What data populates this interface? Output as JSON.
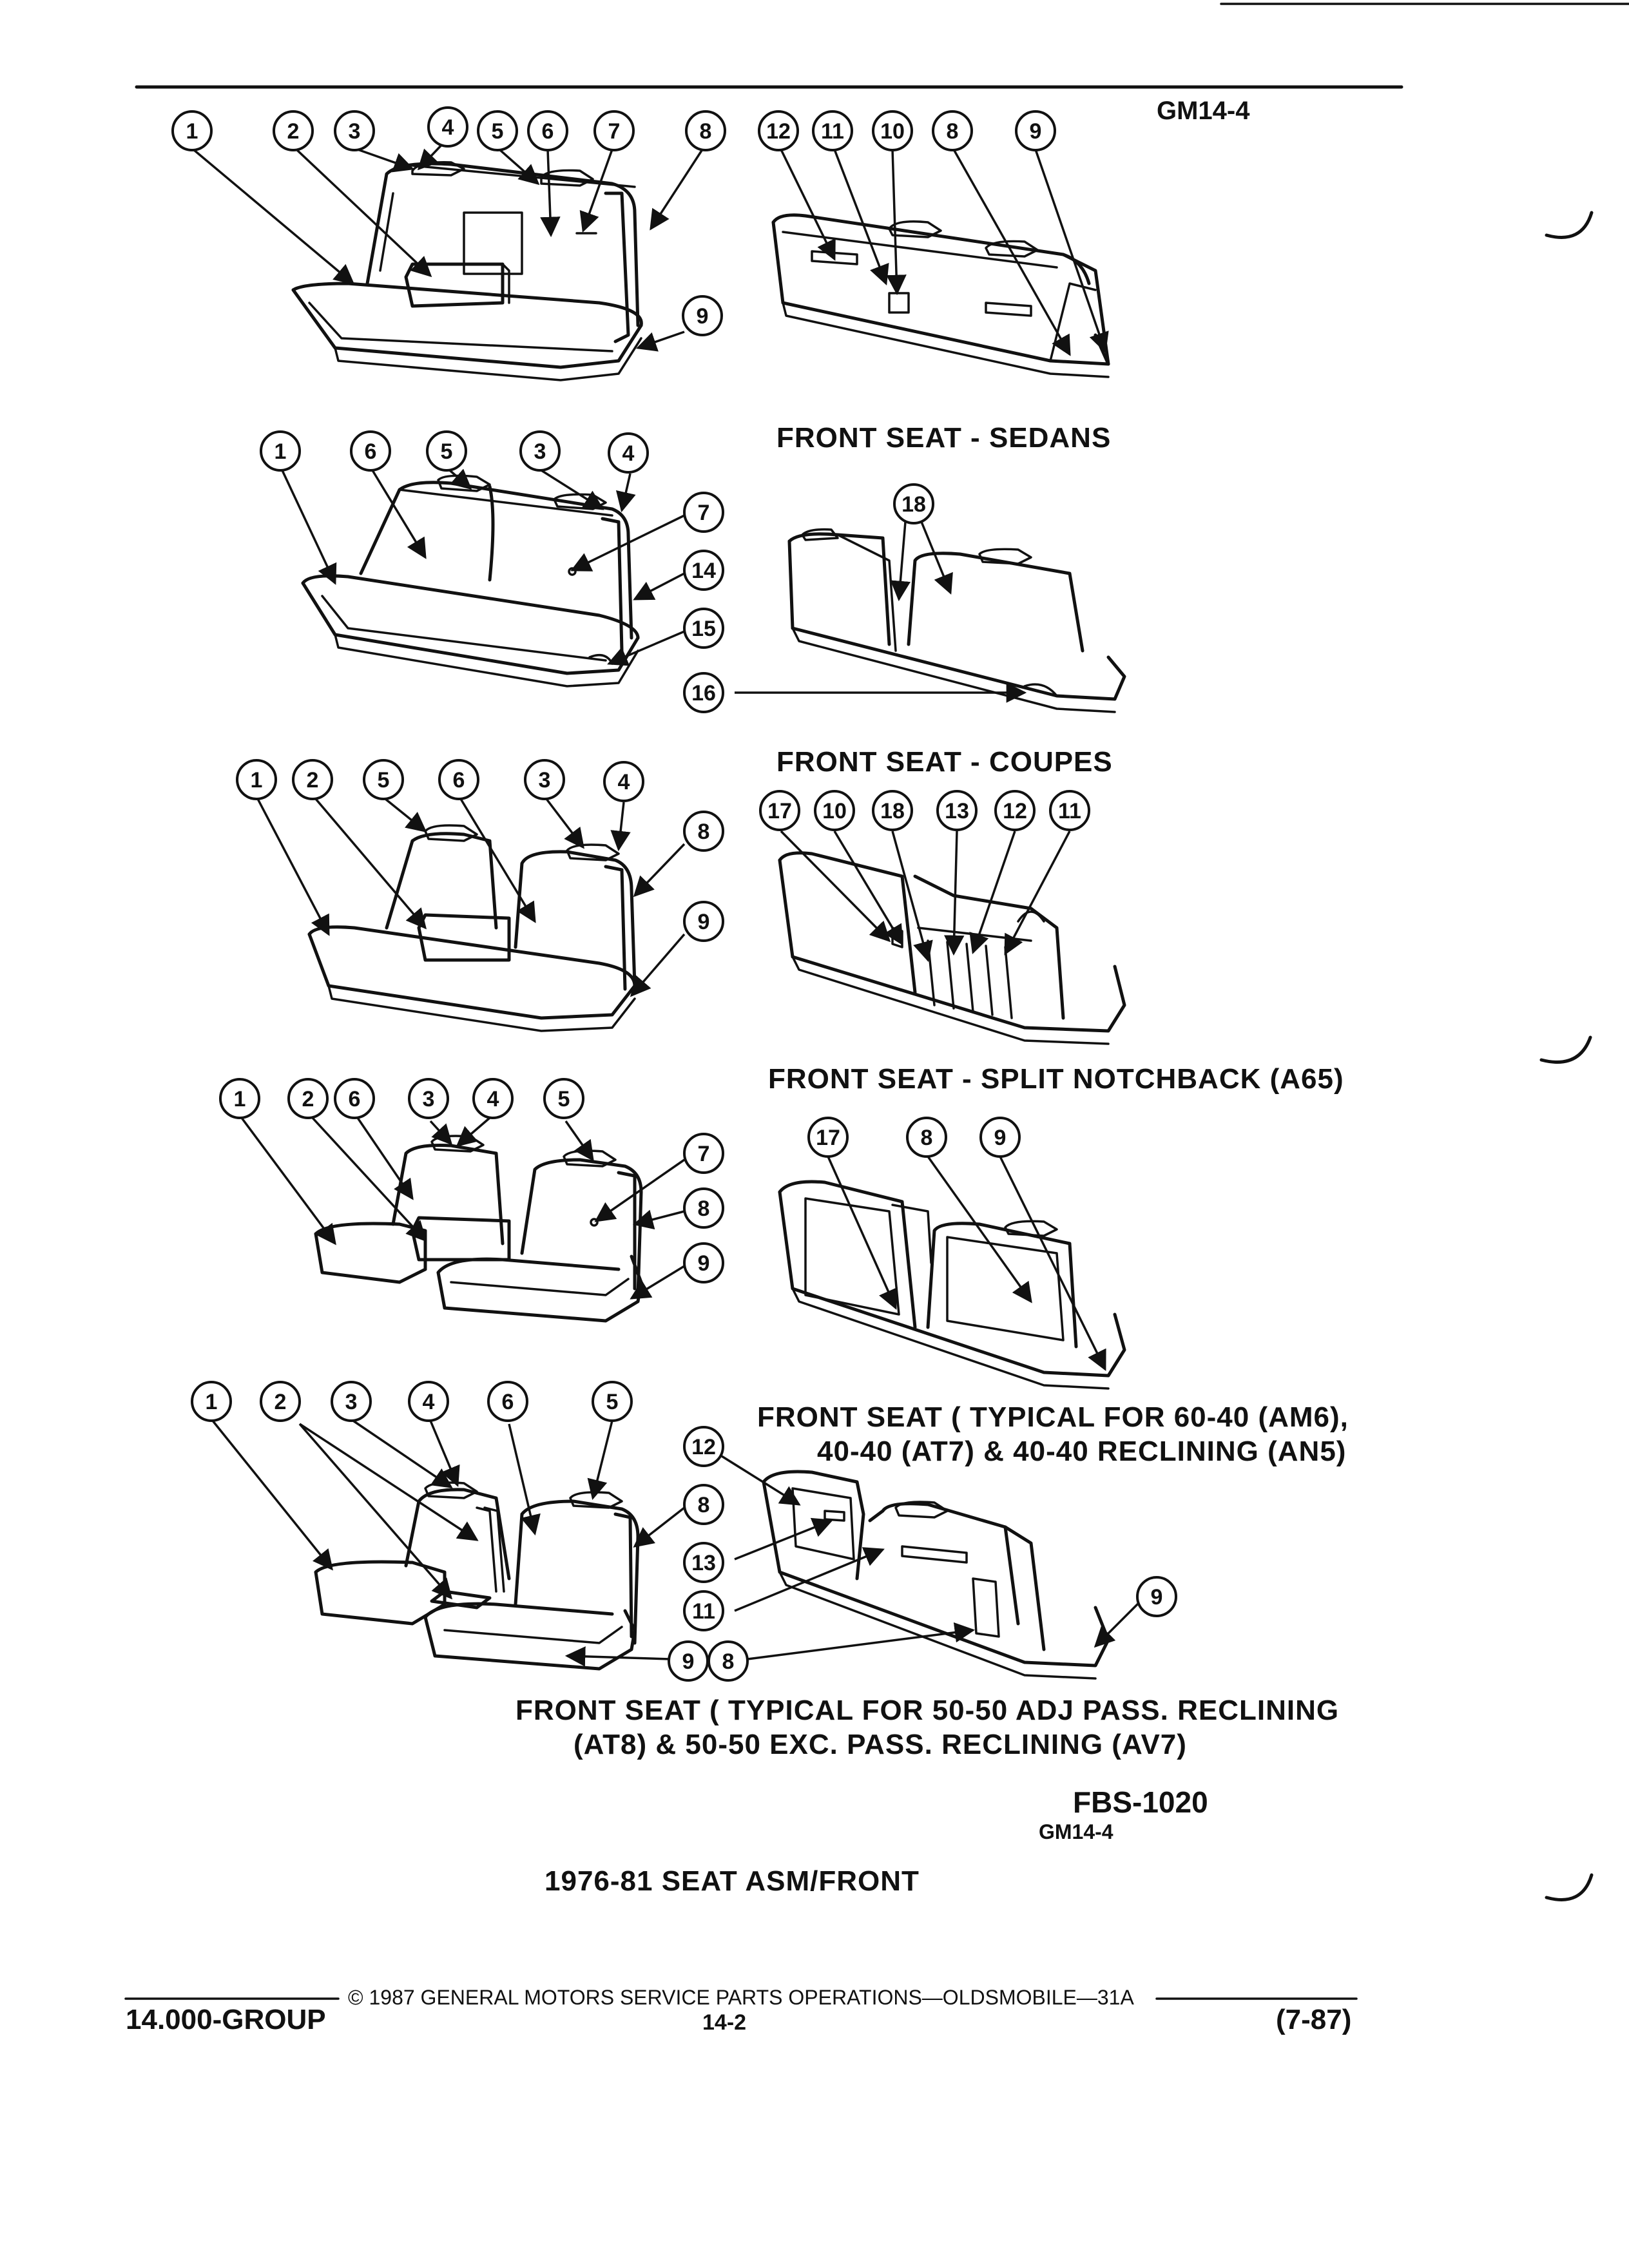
{
  "header": {
    "code": "GM14-4"
  },
  "diagrams": [
    {
      "id": "sedans",
      "caption": "FRONT SEAT - SEDANS",
      "left": [
        "1",
        "2",
        "3",
        "4",
        "5",
        "6",
        "7",
        "8",
        "9"
      ],
      "right": [
        "12",
        "11",
        "10",
        "8",
        "9"
      ]
    },
    {
      "id": "coupes",
      "caption": "FRONT SEAT - COUPES",
      "left": [
        "1",
        "6",
        "5",
        "3",
        "4",
        "7",
        "14",
        "15",
        "16"
      ],
      "right": [
        "18"
      ]
    },
    {
      "id": "split-notchback",
      "caption": "FRONT SEAT - SPLIT NOTCHBACK (A65)",
      "left": [
        "1",
        "2",
        "5",
        "6",
        "3",
        "4",
        "8",
        "9"
      ],
      "right": [
        "17",
        "10",
        "18",
        "13",
        "12",
        "11"
      ]
    },
    {
      "id": "60-40",
      "caption_lines": [
        "FRONT SEAT ( TYPICAL FOR 60-40 (AM6),",
        "40-40 (AT7) & 40-40 RECLINING (AN5)"
      ],
      "left": [
        "1",
        "2",
        "6",
        "3",
        "4",
        "5",
        "7",
        "8",
        "9"
      ],
      "right": [
        "17",
        "8",
        "9"
      ]
    },
    {
      "id": "50-50",
      "caption_lines": [
        "FRONT SEAT ( TYPICAL FOR 50-50 ADJ PASS. RECLINING",
        "(AT8) & 50-50 EXC. PASS. RECLINING (AV7)"
      ],
      "left": [
        "1",
        "2",
        "3",
        "4",
        "6",
        "5",
        "8",
        "13",
        "11",
        "9",
        "8"
      ],
      "right": [
        "12",
        "9"
      ]
    }
  ],
  "figure": {
    "number": "FBS-1020",
    "code": "GM14-4",
    "title": "1976-81 SEAT ASM/FRONT"
  },
  "footer": {
    "copyright": "© 1987 GENERAL MOTORS SERVICE PARTS OPERATIONS—OLDSMOBILE—31A",
    "group": "14.000-GROUP",
    "page": "14-2",
    "date": "(7-87)"
  }
}
